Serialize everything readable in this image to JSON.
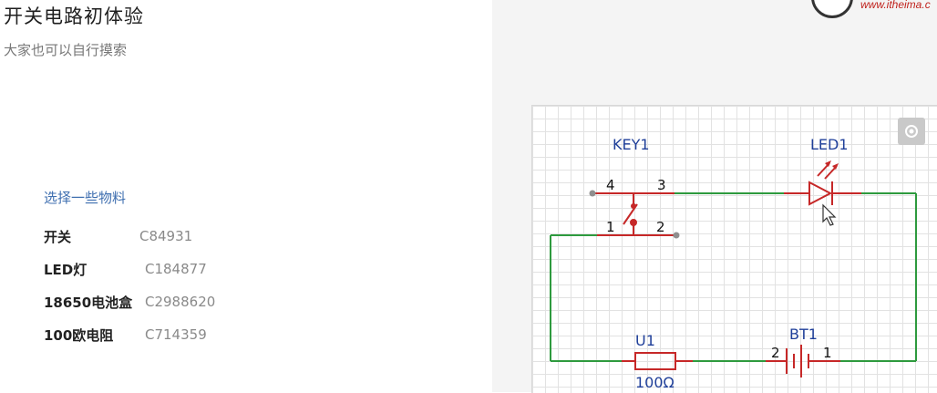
{
  "page": {
    "title": "开关电路初体验",
    "subtitle": "大家也可以自行摸索"
  },
  "materials": {
    "heading": "选择一些物料",
    "items": [
      {
        "name": "开关",
        "code": "C84931"
      },
      {
        "name": "LED灯",
        "code": "C184877"
      },
      {
        "name": "18650电池盒",
        "code": "C2988620"
      },
      {
        "name": "100欧电阻",
        "code": "C714359"
      }
    ]
  },
  "watermark": {
    "url": "www.itheima.c"
  },
  "schematic": {
    "wire_color": "#2e9a3e",
    "component_color": "#c62828",
    "label_color": "#1f3f99",
    "key": {
      "ref": "KEY1",
      "pins": [
        "4",
        "3",
        "1",
        "2"
      ]
    },
    "led": {
      "ref": "LED1"
    },
    "resistor": {
      "ref": "U1",
      "value": "100Ω"
    },
    "battery": {
      "ref": "BT1",
      "pins": [
        "2",
        "1"
      ]
    }
  },
  "icons": {
    "eye": "eye-icon",
    "cursor": "cursor-icon",
    "logo": "logo-icon"
  }
}
